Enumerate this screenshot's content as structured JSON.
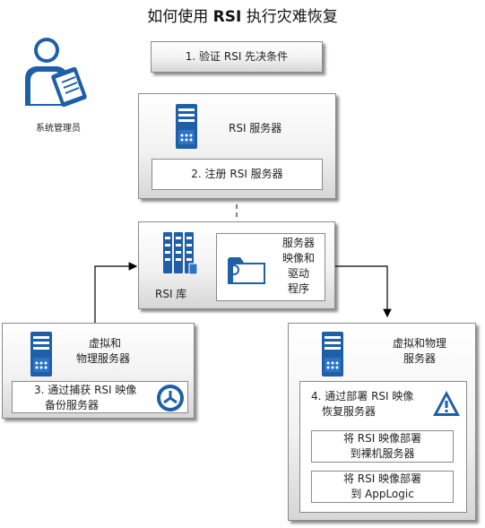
{
  "title": {
    "prefix": "如何使用 ",
    "bold": "RSI",
    "suffix": " 执行灾难恢复"
  },
  "admin": {
    "label": "系统管理员",
    "icon": "administrator-with-clipboard-icon"
  },
  "step1": {
    "label": "1. 验证 RSI 先决条件"
  },
  "rsi_server": {
    "title": "RSI 服务器",
    "step2": "2. 注册 RSI 服务器",
    "icon": "server-tower-icon"
  },
  "library": {
    "label": "RSI 库",
    "content_line1": "服务器",
    "content_line2": "映像和",
    "content_line3": "驱动",
    "content_line4": "程序",
    "icon": "server-rack-icon",
    "folder_icon": "folder-icon"
  },
  "virtual_physical_left": {
    "title_line1": "虚拟和",
    "title_line2": "物理服务器",
    "step3_line1": "3. 通过捕获 RSI 映像",
    "step3_line2": "备份服务器",
    "icon": "server-tower-icon",
    "logo_icon": "capture-logo-icon"
  },
  "virtual_physical_right": {
    "title_line1": "虚拟和物理",
    "title_line2": "服务器",
    "step4_line1": "4. 通过部署 RSI 映像",
    "step4_line2": "恢复服务器",
    "option1_line1": "将 RSI 映像部署",
    "option1_line2": "到裸机服务器",
    "option2_line1": "将 RSI 映像部署",
    "option2_line2": "到 AppLogic",
    "icon": "server-tower-icon",
    "warning_icon": "warning-icon"
  },
  "colors": {
    "icon_blue": "#1f5fa8",
    "border": "#8a8a8a",
    "panel_bottom": "#d6d6d6"
  }
}
